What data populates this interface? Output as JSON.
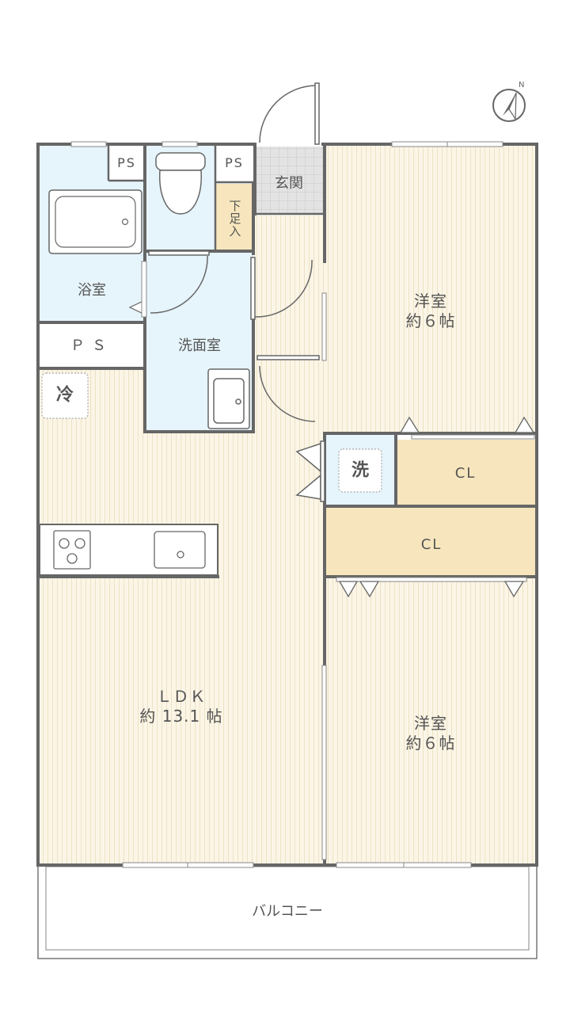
{
  "rooms": {
    "western_room_1": {
      "name": "洋室",
      "size": "約６帖"
    },
    "western_room_2": {
      "name": "洋室",
      "size": "約６帖"
    },
    "ldk": {
      "name": "ＬＤＫ",
      "size": "約 13.1 帖"
    },
    "bathroom": {
      "name": "浴室"
    },
    "washroom": {
      "name": "洗面室"
    },
    "entrance": {
      "name": "玄関"
    },
    "shoe_box": {
      "name": "下足入"
    },
    "balcony": {
      "name": "バルコニー"
    },
    "closet_upper": {
      "name": "CL"
    },
    "closet_lower": {
      "name": "CL"
    }
  },
  "labels": {
    "ps_1": "PS",
    "ps_2": "PS",
    "ps_3": "ＰＳ",
    "fridge": "冷",
    "washer": "洗"
  },
  "colors": {
    "wall": "#666666",
    "floor_wood": "#fbf5e6",
    "floor_stripe": "#eee2c6",
    "wet_area": "#e6f4fb",
    "closet": "#f7e6bd",
    "entrance_tile": "#e0e0e0"
  },
  "icons": [
    "compass-north-icon",
    "toilet-icon",
    "bathtub-icon",
    "sink-icon",
    "stove-icon"
  ]
}
